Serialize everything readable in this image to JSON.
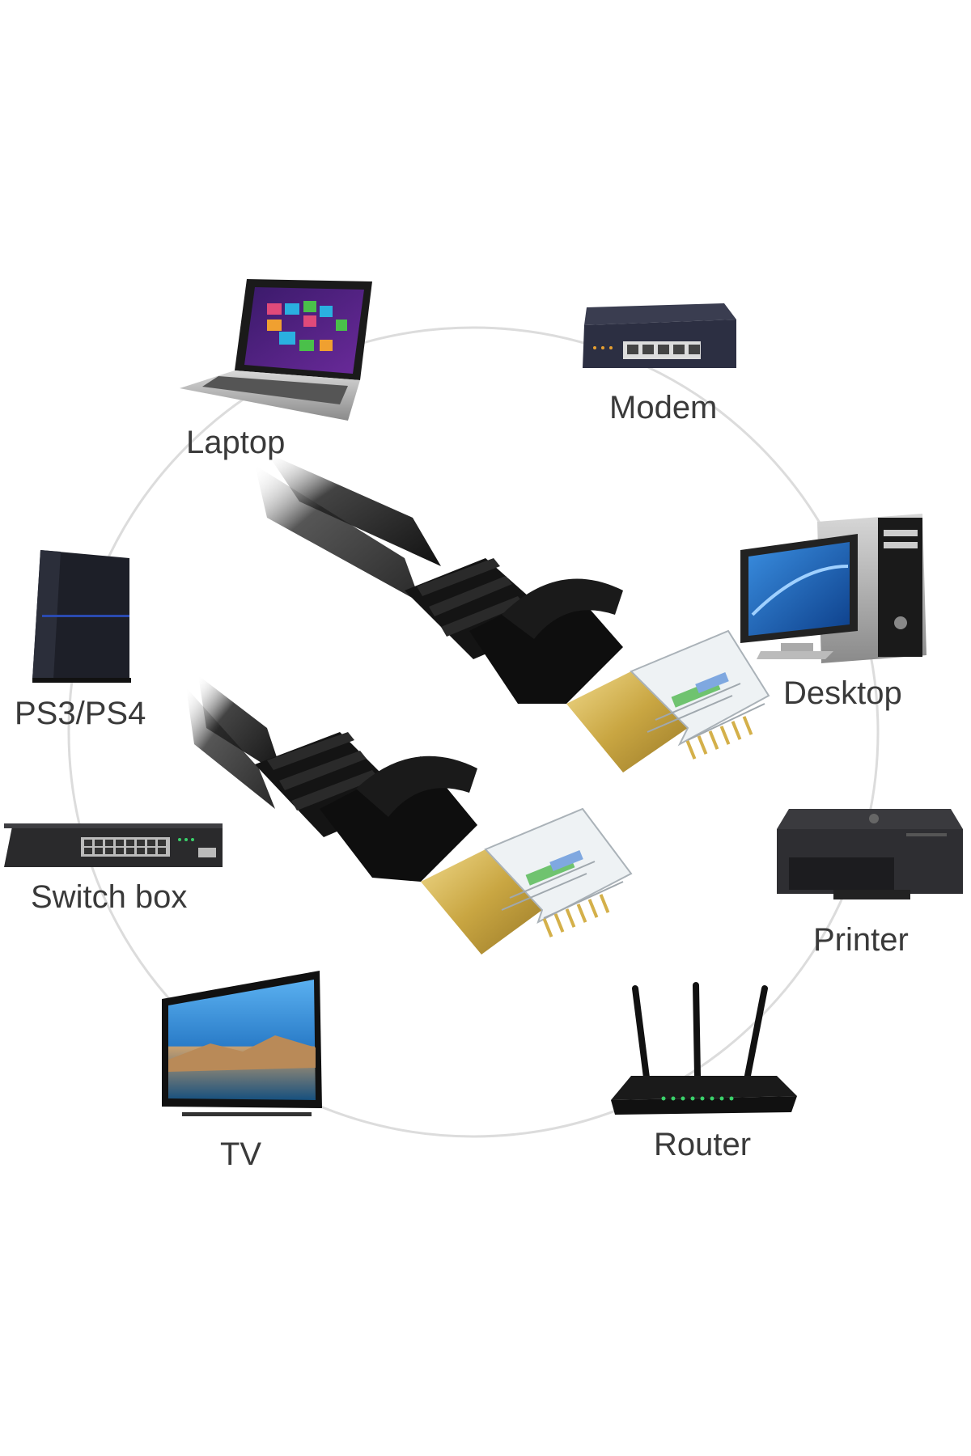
{
  "devices": {
    "laptop": {
      "label": "Laptop",
      "icon": "laptop-icon"
    },
    "modem": {
      "label": "Modem",
      "icon": "modem-icon"
    },
    "ps": {
      "label": "PS3/PS4",
      "icon": "game-console-icon"
    },
    "desktop": {
      "label": "Desktop",
      "icon": "desktop-computer-icon"
    },
    "switch": {
      "label": "Switch box",
      "icon": "network-switch-icon"
    },
    "printer": {
      "label": "Printer",
      "icon": "printer-icon"
    },
    "tv": {
      "label": "TV",
      "icon": "tv-icon"
    },
    "router": {
      "label": "Router",
      "icon": "router-icon"
    }
  },
  "product": {
    "icon": "ethernet-cable-icon"
  },
  "colors": {
    "cable": "#111111",
    "gold_shield": "#c9a642",
    "circle": "#dddddd",
    "label_text": "#3a3a3a"
  }
}
